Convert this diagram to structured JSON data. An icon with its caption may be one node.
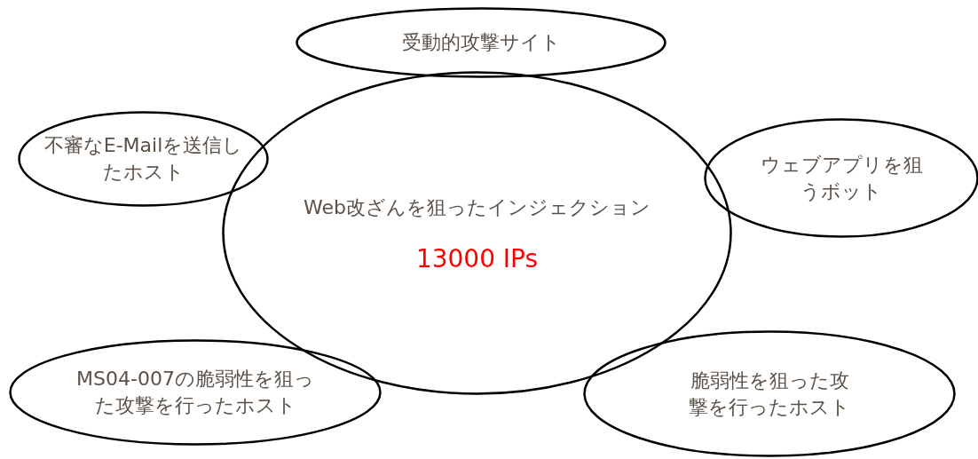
{
  "diagram": {
    "nodes": [
      {
        "text": [
          "受動的攻撃サイト"
        ]
      },
      {
        "text": [
          "不審なE-Mailを送信したホスト"
        ]
      },
      {
        "text": [
          "Web改ざんを狙ったインジェクション",
          "13000 IPs"
        ]
      },
      {
        "text": [
          "ウェブアプリを狙うボット"
        ]
      },
      {
        "text": [
          "MS04-007の脆弱性を狙った攻撃を行ったホスト"
        ]
      },
      {
        "text": [
          "脆弱性を狙った攻撃を行ったホスト"
        ]
      }
    ]
  }
}
